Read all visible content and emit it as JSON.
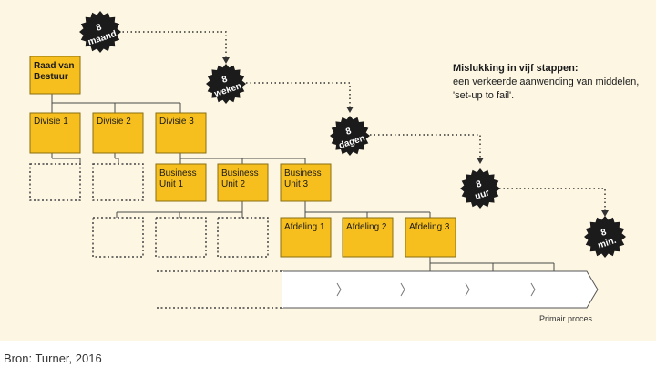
{
  "org": {
    "board": "Raad van Bestuur",
    "divisions": [
      "Divisie 1",
      "Divisie 2",
      "Divisie 3"
    ],
    "business_units": [
      "Business Unit 1",
      "Business Unit 2",
      "Business Unit 3"
    ],
    "departments": [
      "Afdeling 1",
      "Afdeling 2",
      "Afdeling 3"
    ]
  },
  "badges": [
    {
      "number": "8",
      "unit": "maand"
    },
    {
      "number": "8",
      "unit": "weken"
    },
    {
      "number": "8",
      "unit": "dagen"
    },
    {
      "number": "8",
      "unit": "uur"
    },
    {
      "number": "8",
      "unit": "min."
    }
  ],
  "caption": {
    "title": "Mislukking in vijf stappen:",
    "line1": "een verkeerde aanwending van middelen,",
    "line2": "'set-up to fail'."
  },
  "process_label": "Primair proces",
  "source": "Bron: Turner, 2016",
  "colors": {
    "box_fill": "#f7bf1e",
    "badge_fill": "#1b1b1b",
    "background": "#fcf6e3"
  }
}
